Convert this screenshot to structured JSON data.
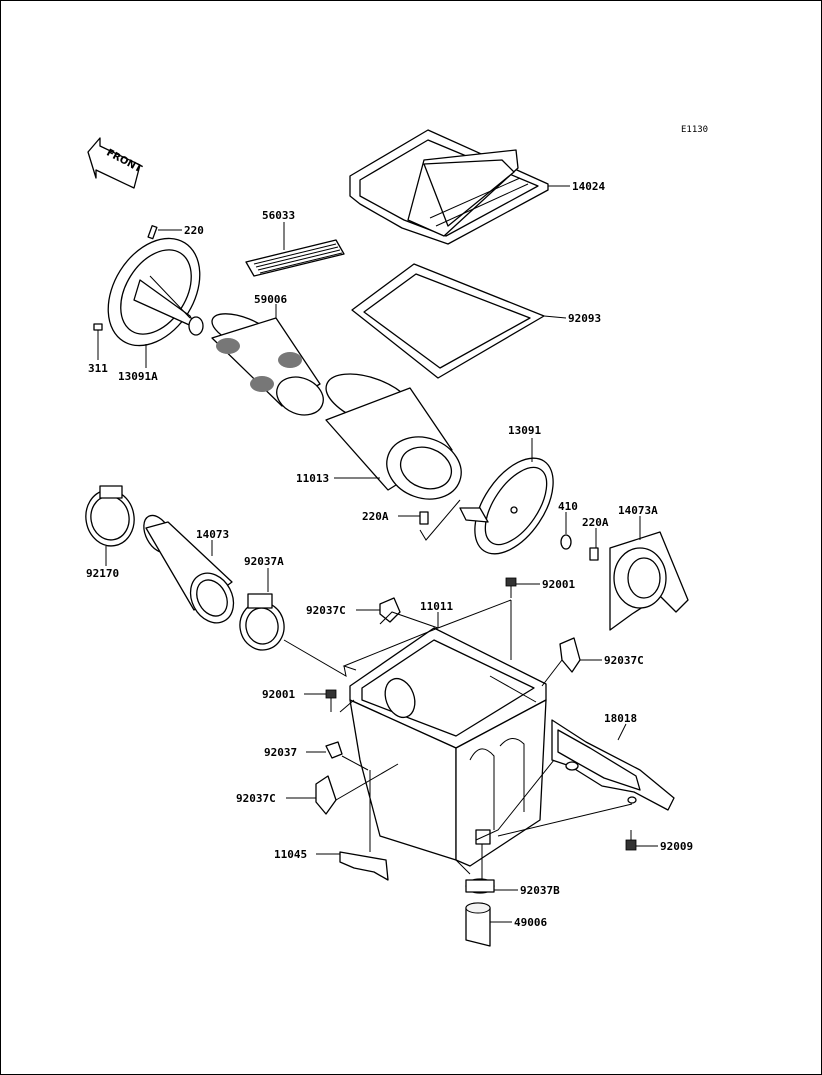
{
  "diagram_code": "E1130",
  "front_label": "FRONT",
  "parts": {
    "p14024": "14024",
    "p56033": "56033",
    "p220": "220",
    "p59006": "59006",
    "p92093": "92093",
    "p311": "311",
    "p13091A": "13091A",
    "p11013": "11013",
    "p13091": "13091",
    "p220A_1": "220A",
    "p410": "410",
    "p220A_2": "220A",
    "p14073A": "14073A",
    "p14073": "14073",
    "p92170": "92170",
    "p92037A": "92037A",
    "p92001_1": "92001",
    "p92037C_1": "92037C",
    "p11011": "11011",
    "p92037C_2": "92037C",
    "p92001_2": "92001",
    "p18018": "18018",
    "p92037": "92037",
    "p92037C_3": "92037C",
    "p92009": "92009",
    "p11045": "11045",
    "p92037B": "92037B",
    "p49006": "49006"
  }
}
